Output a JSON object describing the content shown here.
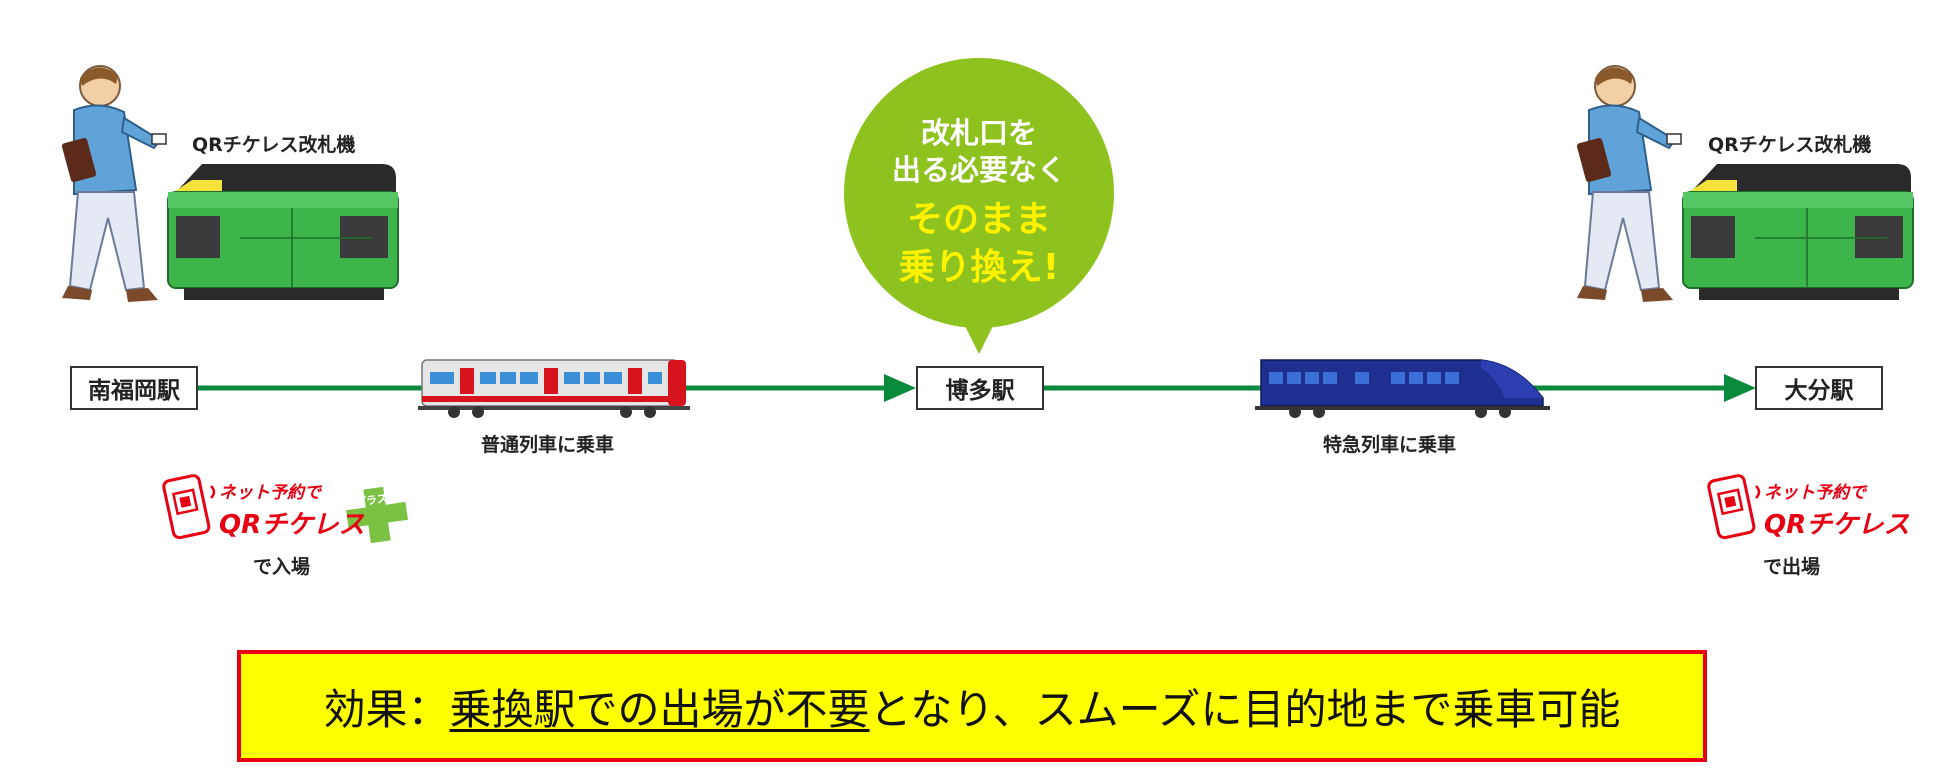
{
  "stations": {
    "origin": "南福岡駅",
    "transfer": "博多駅",
    "destination": "大分駅"
  },
  "gates": {
    "left_label": "QRチケレス改札機",
    "right_label": "QRチケレス改札機"
  },
  "trains": {
    "local_label": "普通列車に乗車",
    "express_label": "特急列車に乗車"
  },
  "bubble": {
    "line1": "改札口を",
    "line2": "出る必要なく",
    "line3": "そのまま",
    "line4": "乗り換え!"
  },
  "logos": {
    "left": {
      "line1": "ネット予約で",
      "line2": "QRチケレス",
      "plus": "プラス",
      "caption": "で入場"
    },
    "right": {
      "line1": "ネット予約で",
      "line2": "QRチケレス",
      "caption": "で出場"
    }
  },
  "effect": {
    "prefix": "効果：",
    "emphasis": "乗換駅での出場が不要",
    "suffix": "となり、スムーズに目的地まで乗車可能"
  },
  "colors": {
    "route_line": "#0a8a3c",
    "bubble": "#8dc21f",
    "bubble_highlight": "#fff200",
    "effect_bg": "#ffff00",
    "effect_border": "#e60012",
    "logo_red": "#e60012",
    "gate_green": "#3db54a",
    "local_train_red": "#d7141e",
    "express_train_blue": "#1f2f8f"
  }
}
